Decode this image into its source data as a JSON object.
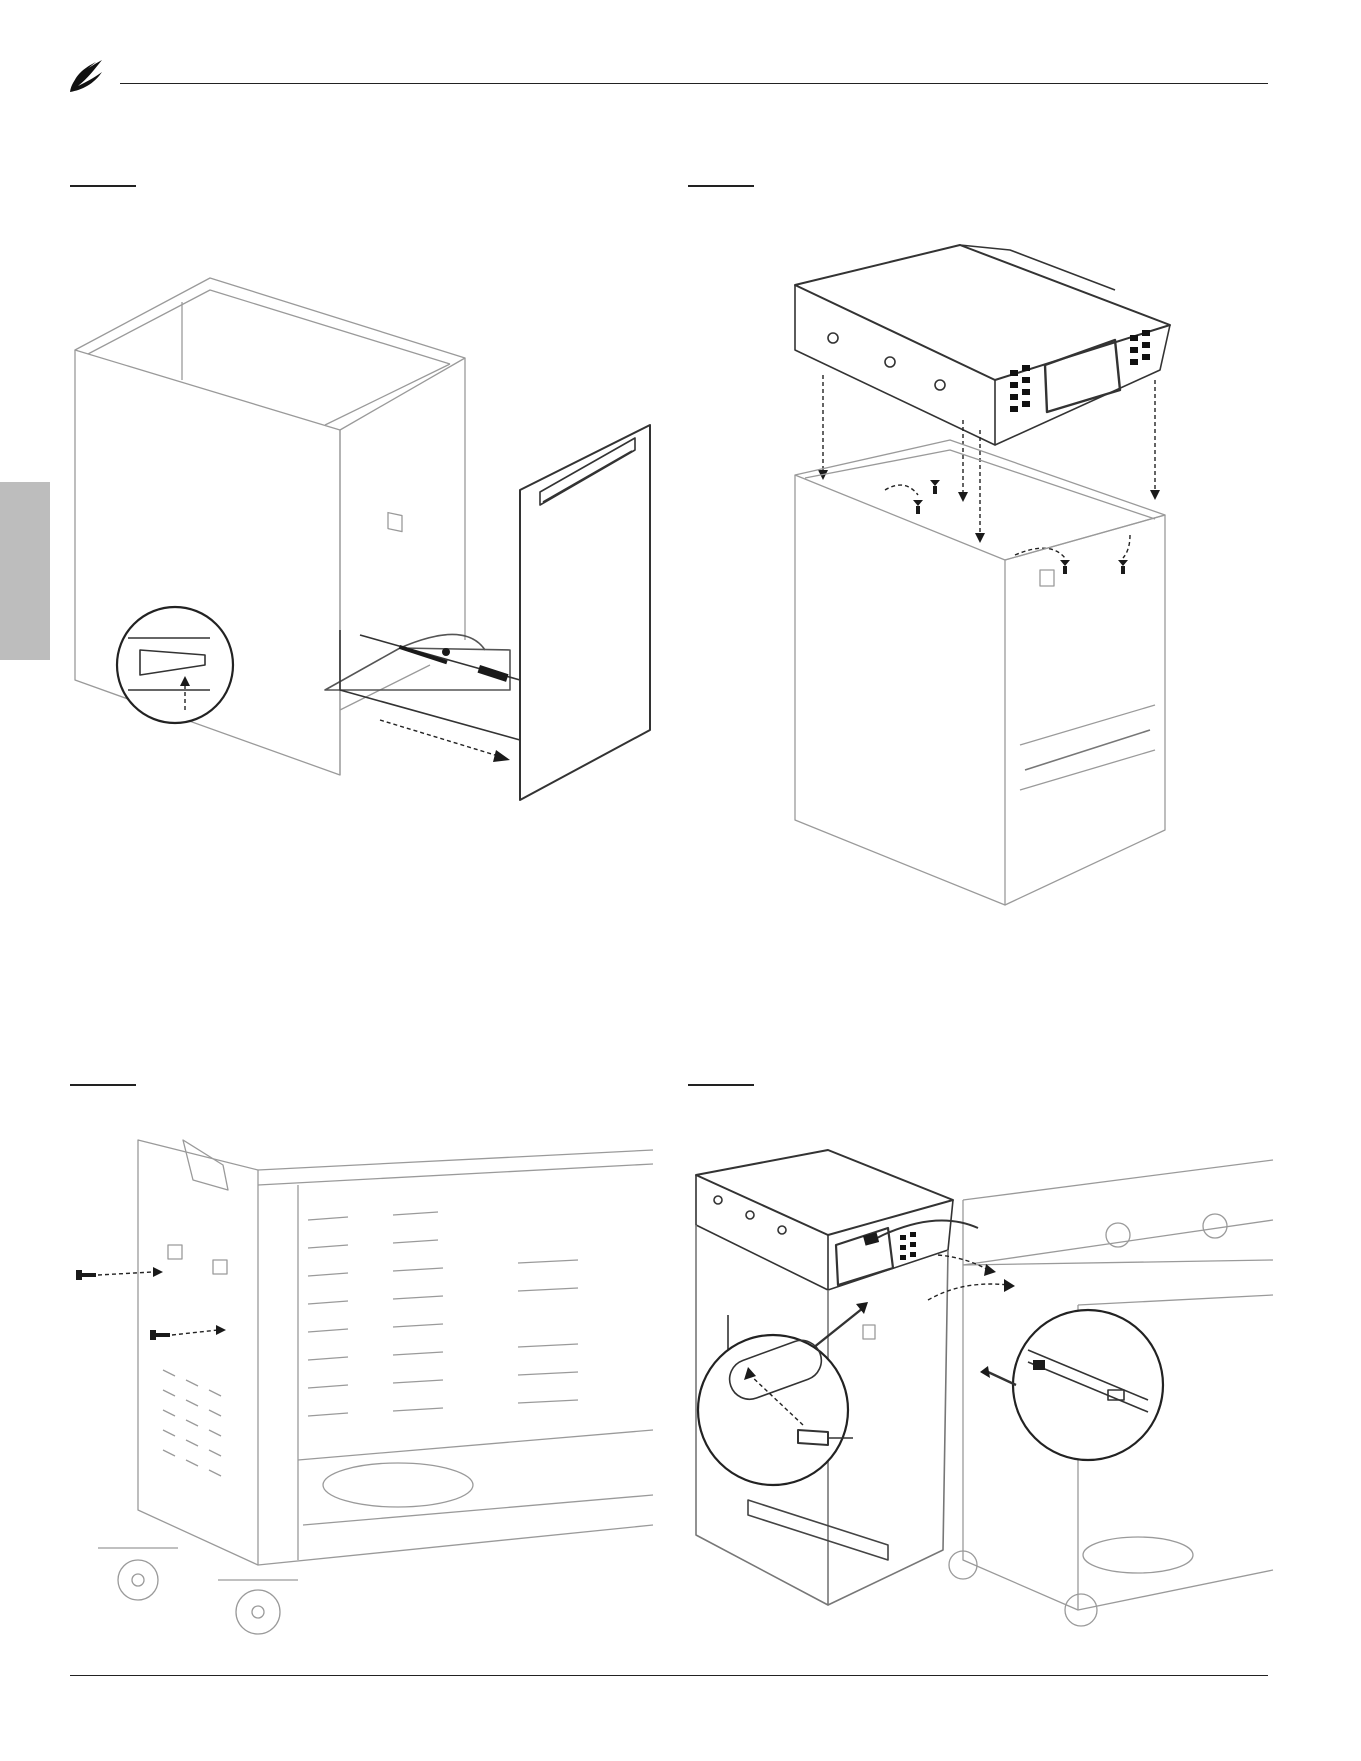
{
  "brand": {
    "logo_icon": "flame-logo-icon"
  },
  "steps": [
    {
      "figure": "drawer-removal"
    },
    {
      "figure": "drawer-top-mounting"
    },
    {
      "figure": "side-panel-screws"
    },
    {
      "figure": "cabinet-connection"
    }
  ]
}
